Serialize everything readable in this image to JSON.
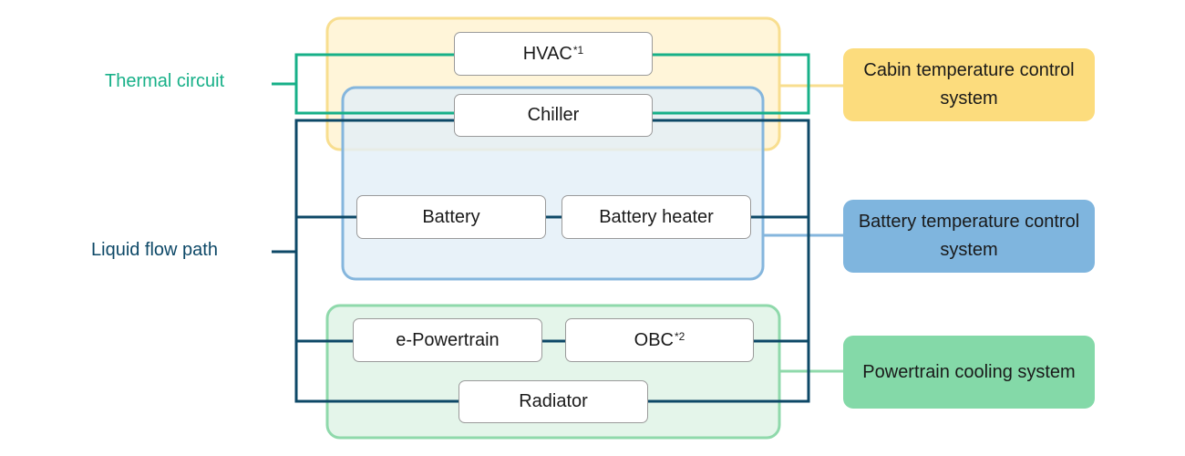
{
  "colors": {
    "thermal": "#17b088",
    "liquid": "#0d4867",
    "cabin_fill": "#fff5d9",
    "cabin_border": "#f8de8f",
    "battery_fill": "#e3eff8",
    "battery_border": "#85b6dd",
    "powertrain_fill": "#e4f5ea",
    "powertrain_border": "#8fd9ab",
    "cabin_label_bg": "#fcdc7d",
    "battery_label_bg": "#7fb5de",
    "powertrain_label_bg": "#84d9a8"
  },
  "labels": {
    "thermal_circuit": "Thermal circuit",
    "liquid_flow_path": "Liquid flow path"
  },
  "components": {
    "hvac": {
      "text": "HVAC",
      "note": "*1"
    },
    "chiller": {
      "text": "Chiller"
    },
    "battery": {
      "text": "Battery"
    },
    "battery_heater": {
      "text": "Battery heater"
    },
    "e_powertrain": {
      "text": "e-Powertrain"
    },
    "obc": {
      "text": "OBC",
      "note": "*2"
    },
    "radiator": {
      "text": "Radiator"
    }
  },
  "systems": {
    "cabin": "Cabin temperature control system",
    "battery": "Battery temperature control system",
    "powertrain": "Powertrain cooling system"
  }
}
